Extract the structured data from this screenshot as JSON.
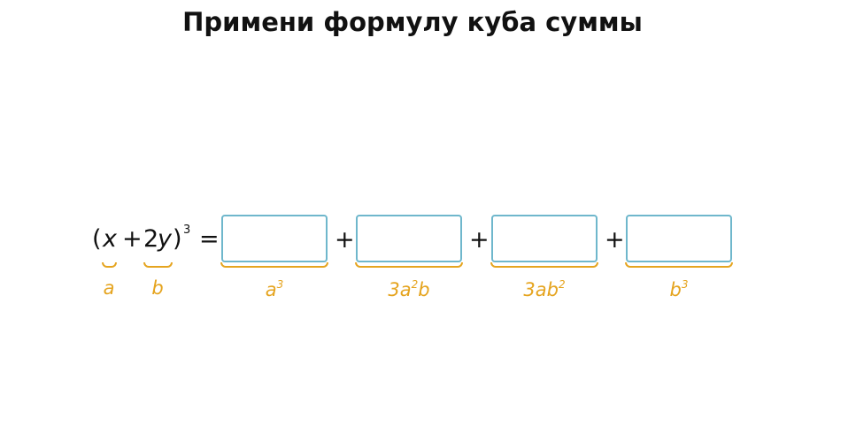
{
  "task": {
    "title": "Примени формулу куба суммы"
  },
  "expression": {
    "open_paren": "(",
    "var_x": "x",
    "plus": "+",
    "coef_2": "2",
    "var_y": "y",
    "close_paren": ")",
    "exponent": "3",
    "equals": "=",
    "plus_1": "+",
    "plus_2": "+",
    "plus_3": "+"
  },
  "hints": {
    "a": "a",
    "b": "b",
    "term1_base": "a",
    "term1_exp": "3",
    "term2_pre": "3a",
    "term2_exp": "2",
    "term2_post": "b",
    "term3_pre": "3ab",
    "term3_exp": "2",
    "term4_base": "b",
    "term4_exp": "3"
  },
  "inputs": {
    "box1_value": "",
    "box2_value": "",
    "box3_value": "",
    "box4_value": ""
  },
  "colors": {
    "accent": "#e5a41f",
    "input_border": "#6fb7cc"
  }
}
